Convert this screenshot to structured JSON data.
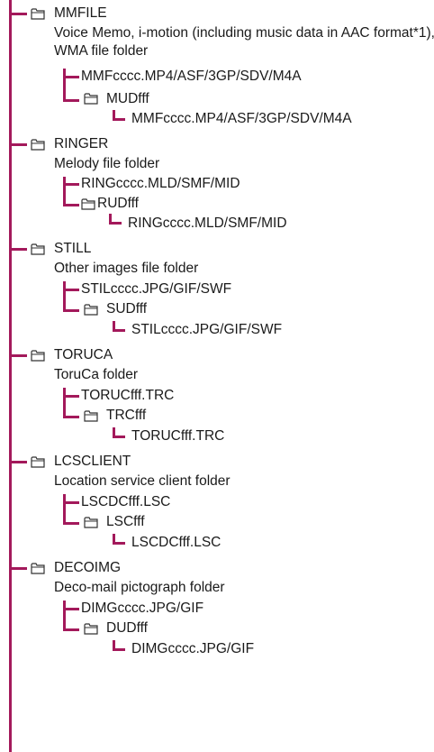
{
  "folders": [
    {
      "name": "MMFILE",
      "description": "Voice Memo, i-motion (including music data in AAC format*1), WMA file folder",
      "file": "MMFcccc.MP4/ASF/3GP/SDV/M4A",
      "subfolder": "MUDfff",
      "subfile": "MMFcccc.MP4/ASF/3GP/SDV/M4A"
    },
    {
      "name": "RINGER",
      "description": "Melody file folder",
      "file": "RINGcccc.MLD/SMF/MID",
      "subfolder": "RUDfff",
      "subfile": "RINGcccc.MLD/SMF/MID"
    },
    {
      "name": "STILL",
      "description": "Other images file folder",
      "file": "STILcccc.JPG/GIF/SWF",
      "subfolder": "SUDfff",
      "subfile": "STILcccc.JPG/GIF/SWF"
    },
    {
      "name": "TORUCA",
      "description": "ToruCa folder",
      "file": "TORUCfff.TRC",
      "subfolder": "TRCfff",
      "subfile": "TORUCfff.TRC"
    },
    {
      "name": "LCSCLIENT",
      "description": "Location service client folder",
      "file": "LSCDCfff.LSC",
      "subfolder": "LSCfff",
      "subfile": "LSCDCfff.LSC"
    },
    {
      "name": "DECOIMG",
      "description": "Deco-mail pictograph folder",
      "file": "DIMGcccc.JPG/GIF",
      "subfolder": "DUDfff",
      "subfile": "DIMGcccc.JPG/GIF"
    }
  ],
  "colors": {
    "line": "#a3195b",
    "text": "#1a1a1a"
  },
  "icons": {
    "folder": "folder-icon"
  }
}
